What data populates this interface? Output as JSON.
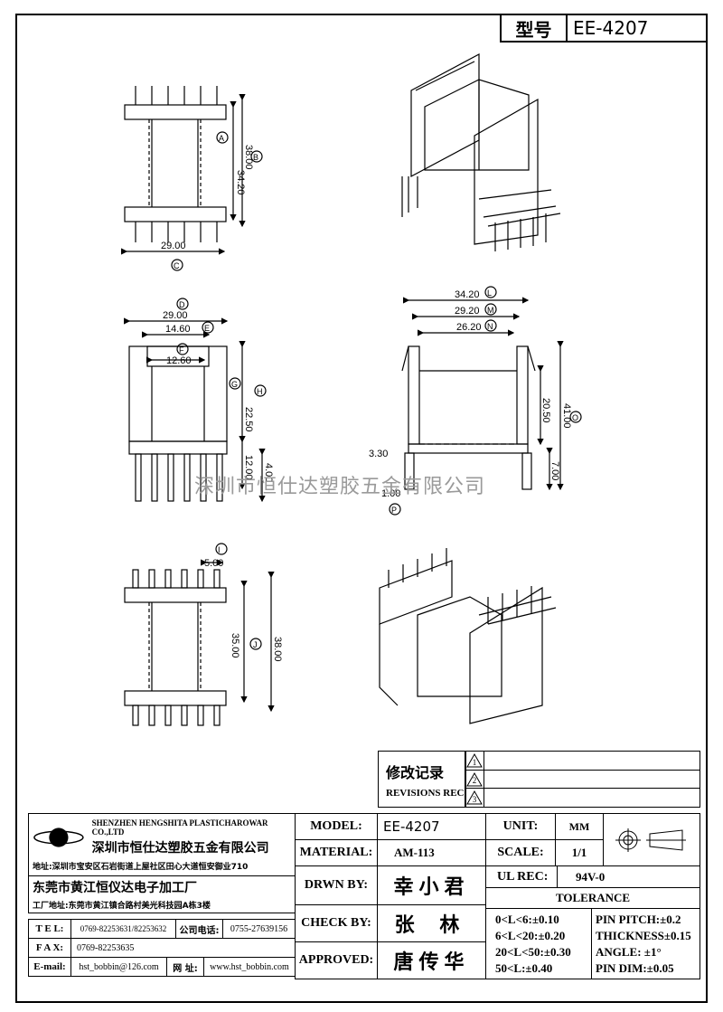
{
  "header": {
    "model_label": "型号",
    "model_value": "EE-4207"
  },
  "watermark": "深圳市恒仕达塑胶五金有限公司",
  "dimensions": {
    "top_view": {
      "d38": "38.00",
      "d3420": "34.20",
      "d29": "29.00",
      "A": "A",
      "B": "B",
      "C": "C"
    },
    "front_view": {
      "d29": "29.00",
      "d1460": "14.60",
      "d1260": "12.60",
      "d2250": "22.50",
      "d1200": "12.00",
      "d400": "4.00",
      "D": "D",
      "E": "E",
      "F": "F",
      "G": "G",
      "H": "H"
    },
    "side_view": {
      "d3420": "34.20",
      "d2920": "29.20",
      "d2620": "26.20",
      "d2050": "20.50",
      "d4100": "41.00",
      "d330": "3.30",
      "d100": "1.00",
      "d700": "7.00",
      "L": "L",
      "M": "M",
      "N": "N",
      "O": "O",
      "P": "P"
    },
    "bottom_view": {
      "d500": "5.00",
      "d3500": "35.00",
      "d3800": "38.00",
      "I": "I",
      "J": "J"
    }
  },
  "revisions": {
    "title_cn": "修改记录",
    "title_en": "REVISIONS REC",
    "marks": [
      "1",
      "2",
      "3"
    ]
  },
  "company": {
    "name_en": "SHENZHEN HENGSHITA PLASTICHAROWAR CO.,LTD",
    "name_cn": "深圳市恒仕达塑胶五金有限公司",
    "address": "地址:深圳市宝安区石岩街道上屋社区田心大道恒安御业710",
    "factory": "东莞市黄江恒仪达电子加工厂",
    "factory_address": "工厂地址:东莞市黄江镇合路村美光科技园A栋3楼",
    "tel_label": "T E L:",
    "tel": "0769-82253631/82253632",
    "company_phone_label": "公司电话:",
    "company_phone": "0755-27639156",
    "fax_label": "F A X:",
    "fax": "0769-82253635",
    "email_label": "E-mail:",
    "email": "hst_bobbin@126.com",
    "web_label": "网 址:",
    "web": "www.hst_bobbin.com"
  },
  "title_block": {
    "model_label": "MODEL:",
    "model_value": "EE-4207",
    "material_label": "MATERIAL:",
    "material_value": "AM-113",
    "drawn_label": "DRWN BY:",
    "drawn_value": "幸小君",
    "check_label": "CHECK BY:",
    "check_value": "张 林",
    "approved_label": "APPROVED:",
    "approved_value": "唐传华",
    "unit_label": "UNIT:",
    "unit_value": "MM",
    "scale_label": "SCALE:",
    "scale_value": "1/1",
    "ul_label": "UL REC:",
    "ul_value": "94V-0",
    "tolerance_label": "TOLERANCE",
    "tol_left": [
      "0<L<6:±0.10",
      "6<L<20:±0.20",
      "20<L<50:±0.30",
      "50<L:±0.40"
    ],
    "tol_right": [
      "PIN PITCH:±0.2",
      "THICKNESS±0.15",
      "ANGLE: ±1°",
      "PIN DIM:±0.05"
    ]
  }
}
